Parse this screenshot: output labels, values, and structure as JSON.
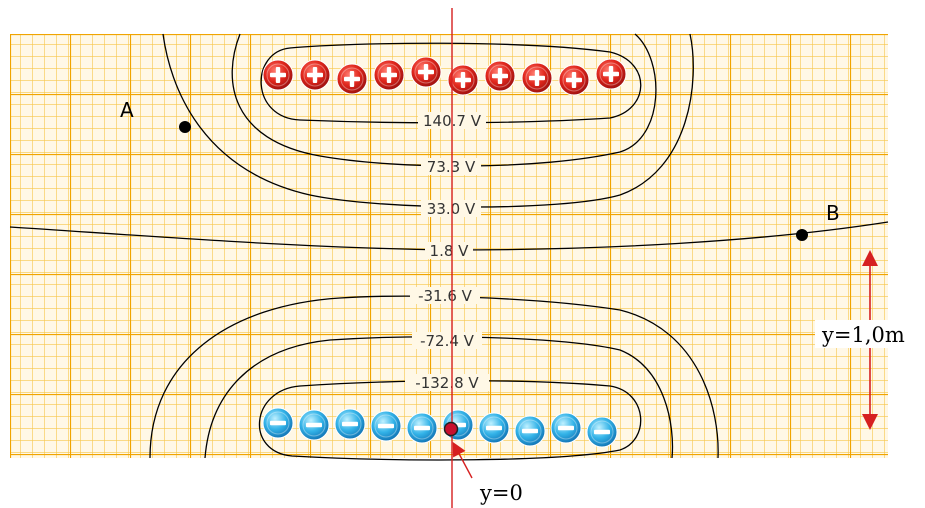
{
  "colors": {
    "grid_background": "#fff8e6",
    "grid_minor": "#f7c64a",
    "grid_major": "#f0a400",
    "positive_charge": "#d9231d",
    "negative_charge": "#2da9e0",
    "axis_line": "#d62020",
    "arrow": "#d62020"
  },
  "equipotentials": [
    {
      "id": "v140",
      "label": "140.7 V"
    },
    {
      "id": "v73",
      "label": "73.3 V"
    },
    {
      "id": "v33",
      "label": "33.0 V"
    },
    {
      "id": "v1",
      "label": "1.8 V"
    },
    {
      "id": "vm31",
      "label": "-31.6 V"
    },
    {
      "id": "vm72",
      "label": "-72.4 V"
    },
    {
      "id": "vm132",
      "label": "-132.8 V"
    }
  ],
  "points": {
    "a": {
      "label": "A"
    },
    "b": {
      "label": "B"
    }
  },
  "annotations": {
    "distance": "y=1,0m",
    "origin": "y=0"
  },
  "charges": {
    "positive": {
      "count": 10,
      "icon": "plus-charge-icon"
    },
    "negative": {
      "count": 10,
      "icon": "minus-charge-icon"
    }
  }
}
